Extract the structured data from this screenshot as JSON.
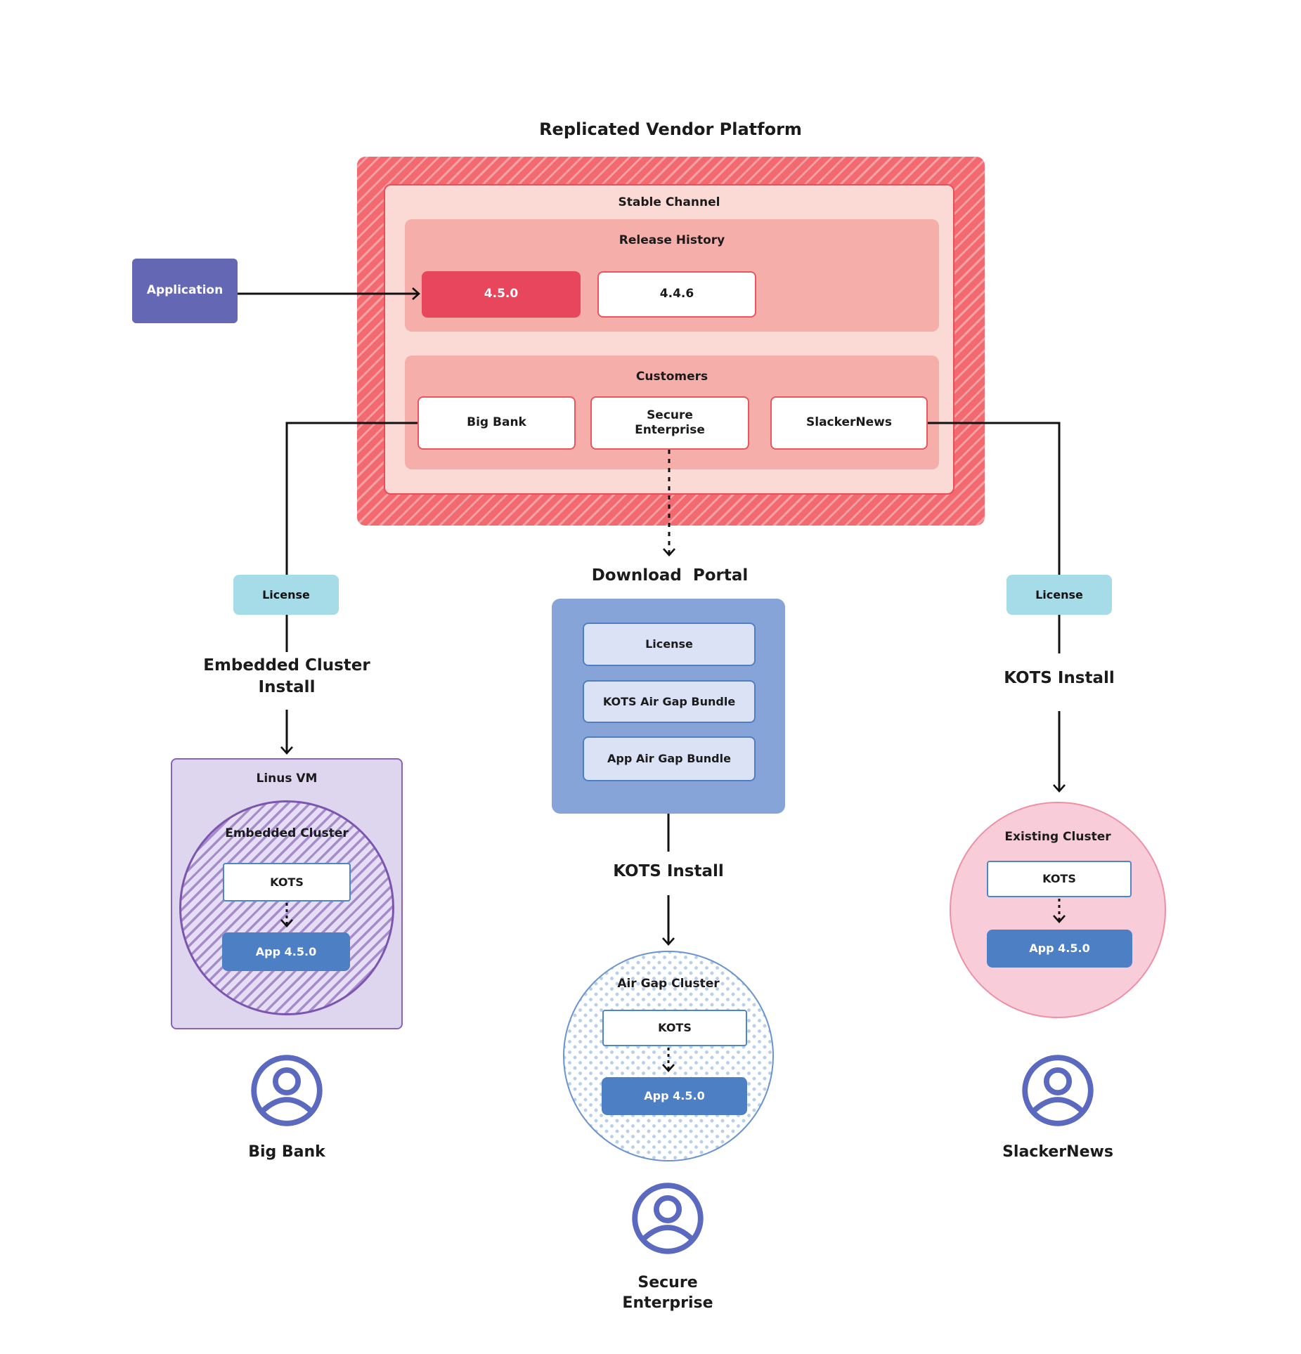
{
  "title": "Replicated Vendor Platform",
  "platform": {
    "stable_channel_label": "Stable Channel",
    "release_history_label": "Release History",
    "releases": [
      "4.5.0",
      "4.4.6"
    ],
    "customers_label": "Customers",
    "customers": [
      "Big Bank",
      "Secure Enterprise",
      "SlackerNews"
    ]
  },
  "application_label": "Application",
  "download_portal": {
    "label": "Download  Portal",
    "items": [
      "License",
      "KOTS Air Gap Bundle",
      "App Air Gap Bundle"
    ]
  },
  "flows": {
    "big_bank": {
      "license": "License",
      "install": "Embedded Cluster Install",
      "vm": "Linus VM",
      "cluster": "Embedded Cluster",
      "kots": "KOTS",
      "app": "App 4.5.0",
      "user": "Big Bank"
    },
    "secure_enterprise": {
      "install": "KOTS Install",
      "cluster": "Air Gap Cluster",
      "kots": "KOTS",
      "app": "App 4.5.0",
      "user": "Secure Enterprise"
    },
    "slackernews": {
      "license": "License",
      "install": "KOTS Install",
      "cluster": "Existing Cluster",
      "kots": "KOTS",
      "app": "App 4.5.0",
      "user": "SlackerNews"
    }
  },
  "colors": {
    "hatch_red": "#f2696f",
    "hatch_stripe": "#f5a0a4",
    "panel_pink": "#fbdad6",
    "panel_salmon": "#f5aeaa",
    "release_red": "#e8465d",
    "border_red": "#e9565e",
    "application_purple": "#6468b4",
    "license_teal": "#a6dce7",
    "portal_blue": "#87a4d8",
    "portal_item_fill": "#dbe2f6",
    "app_blue": "#4d7fc4",
    "kots_border": "#4f86c9",
    "vm_purple_fill": "#ded5ef",
    "vm_purple_border": "#8a62b8",
    "cluster_hatch_purple": "#a78ccd",
    "existing_pink_fill": "#f8ccd8",
    "existing_pink_border": "#ee8fa6",
    "airgap_dot": "#b9cfec",
    "airgap_border": "#6a94cf",
    "user_icon": "#5b6abf",
    "connector": "#111111"
  }
}
